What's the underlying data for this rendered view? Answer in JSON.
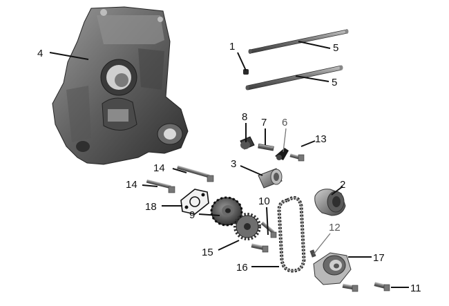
{
  "parts": [
    {
      "id": "p1",
      "label": "1"
    },
    {
      "id": "p2",
      "label": "2"
    },
    {
      "id": "p3",
      "label": "3"
    },
    {
      "id": "p4",
      "label": "4"
    },
    {
      "id": "p5a",
      "label": "5"
    },
    {
      "id": "p5b",
      "label": "5"
    },
    {
      "id": "p6",
      "label": "6"
    },
    {
      "id": "p7",
      "label": "7"
    },
    {
      "id": "p8",
      "label": "8"
    },
    {
      "id": "p9",
      "label": "9"
    },
    {
      "id": "p10",
      "label": "10"
    },
    {
      "id": "p11",
      "label": "11"
    },
    {
      "id": "p12",
      "label": "12"
    },
    {
      "id": "p13",
      "label": "13"
    },
    {
      "id": "p14a",
      "label": "14"
    },
    {
      "id": "p14b",
      "label": "14"
    },
    {
      "id": "p15",
      "label": "15"
    },
    {
      "id": "p16",
      "label": "16"
    },
    {
      "id": "p17",
      "label": "17"
    },
    {
      "id": "p18",
      "label": "18"
    }
  ],
  "colors": {
    "metal_dark": "#3a3a3a",
    "metal_mid": "#6b6b6b",
    "metal_light": "#a9a9a9",
    "highlight": "#d8d8d8",
    "ink": "#111111"
  }
}
